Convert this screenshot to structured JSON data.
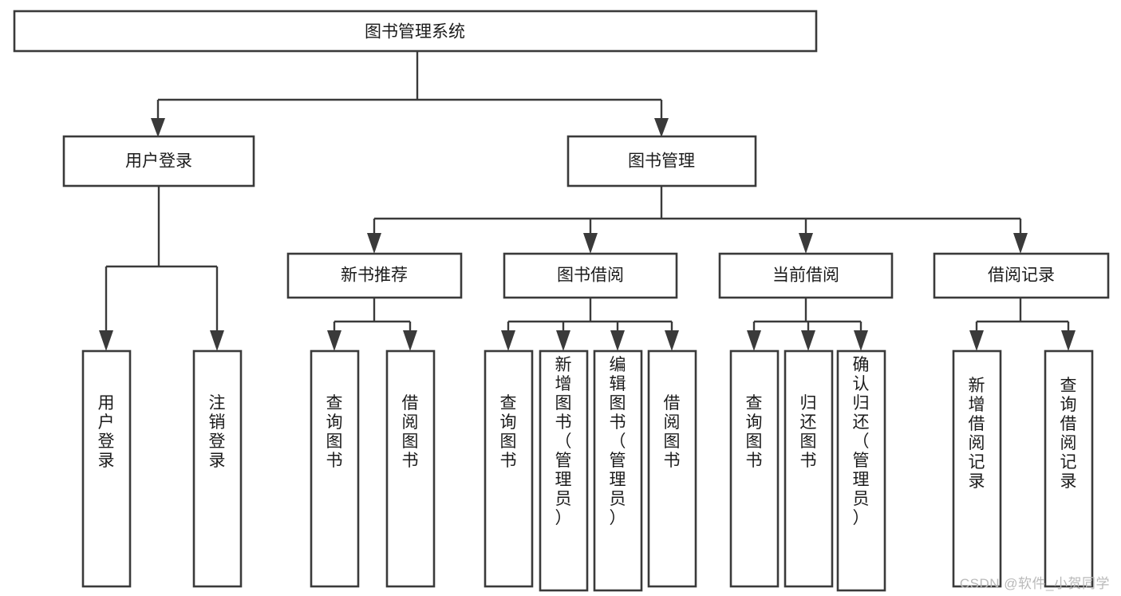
{
  "diagram": {
    "title": "图书管理系统",
    "type": "tree",
    "watermark": "CSDN @软件_小贺同学",
    "colors": {
      "stroke": "#3a3a3a",
      "fill": "#ffffff",
      "text": "#1b1b1b",
      "watermark": "#b9b9b9"
    },
    "root": {
      "id": "root",
      "label": "图书管理系统"
    },
    "level2": [
      {
        "id": "user-login",
        "label": "用户登录"
      },
      {
        "id": "book-management",
        "label": "图书管理"
      }
    ],
    "level3": [
      {
        "id": "new-book-recommend",
        "label": "新书推荐",
        "parent": "book-management"
      },
      {
        "id": "book-borrow",
        "label": "图书借阅",
        "parent": "book-management"
      },
      {
        "id": "current-borrow",
        "label": "当前借阅",
        "parent": "book-management"
      },
      {
        "id": "borrow-record",
        "label": "借阅记录",
        "parent": "book-management"
      }
    ],
    "leaves": [
      {
        "id": "leaf-user-login",
        "label": "用户登录",
        "parent": "user-login"
      },
      {
        "id": "leaf-logout-login",
        "label": "注销登录",
        "parent": "user-login"
      },
      {
        "id": "leaf-query-book-1",
        "label": "查询图书",
        "parent": "new-book-recommend"
      },
      {
        "id": "leaf-borrow-book-1",
        "label": "借阅图书",
        "parent": "new-book-recommend"
      },
      {
        "id": "leaf-query-book-2",
        "label": "查询图书",
        "parent": "book-borrow"
      },
      {
        "id": "leaf-add-book",
        "label": "新增图书（管理员）",
        "parent": "book-borrow"
      },
      {
        "id": "leaf-edit-book",
        "label": "编辑图书（管理员）",
        "parent": "book-borrow"
      },
      {
        "id": "leaf-borrow-book-2",
        "label": "借阅图书",
        "parent": "book-borrow"
      },
      {
        "id": "leaf-query-book-3",
        "label": "查询图书",
        "parent": "current-borrow"
      },
      {
        "id": "leaf-return-book",
        "label": "归还图书",
        "parent": "current-borrow"
      },
      {
        "id": "leaf-confirm-return",
        "label": "确认归还（管理员）",
        "parent": "current-borrow"
      },
      {
        "id": "leaf-add-record",
        "label": "新增借阅记录",
        "parent": "borrow-record"
      },
      {
        "id": "leaf-query-record",
        "label": "查询借阅记录",
        "parent": "borrow-record"
      }
    ]
  }
}
